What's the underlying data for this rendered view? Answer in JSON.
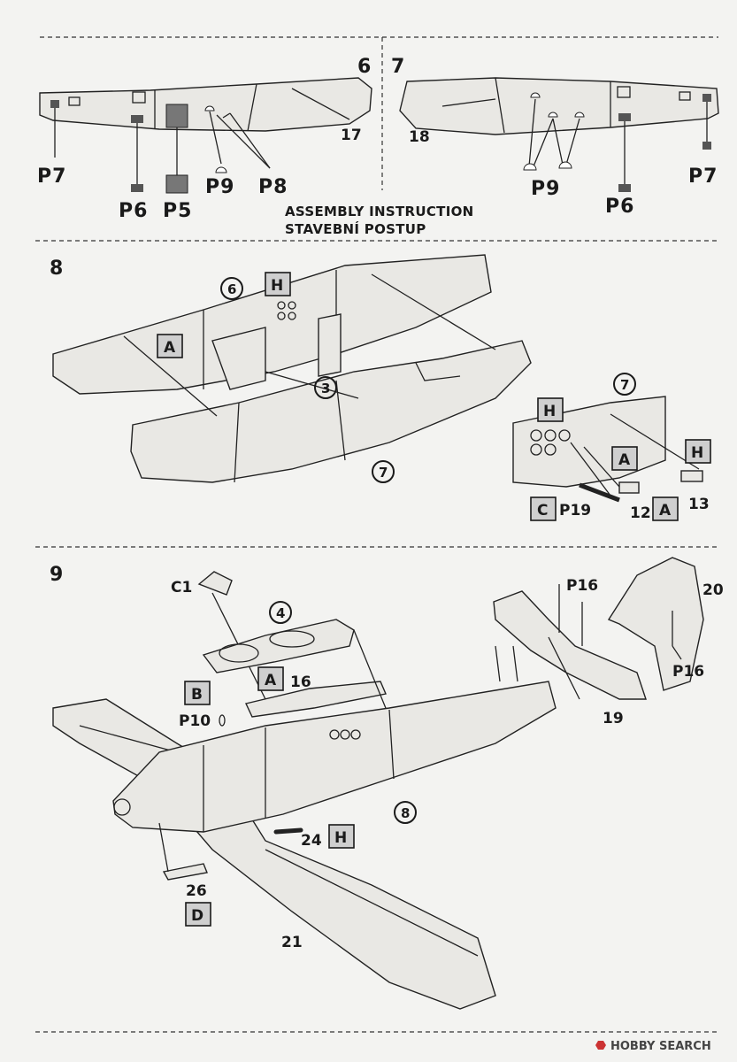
{
  "heading": {
    "line1": "ASSEMBLY INSTRUCTION",
    "line2": "STAVEBNÍ POSTUP"
  },
  "steps": {
    "s6": {
      "number": "6",
      "part": "17",
      "labels": [
        "P7",
        "P6",
        "P5",
        "P9",
        "P8"
      ]
    },
    "s7": {
      "number": "7",
      "part": "18",
      "labels": [
        "P9",
        "P6",
        "P7"
      ]
    },
    "s8": {
      "number": "8",
      "boxes": [
        "H",
        "A",
        "H",
        "A",
        "H",
        "C",
        "A"
      ],
      "circles": [
        "6",
        "3",
        "7",
        "7"
      ],
      "parts": [
        "P19",
        "12",
        "13"
      ]
    },
    "s9": {
      "number": "9",
      "boxes": [
        "B",
        "A",
        "H",
        "D"
      ],
      "circles": [
        "4",
        "8"
      ],
      "parts": [
        "C1",
        "P16",
        "20",
        "P16",
        "16",
        "P10",
        "19",
        "24",
        "26",
        "21"
      ]
    }
  },
  "watermark": "HOBBY SEARCH",
  "colors": {
    "ink": "#1a1a1a",
    "paper": "#f3f3f1",
    "box": "#cfcfcf"
  }
}
